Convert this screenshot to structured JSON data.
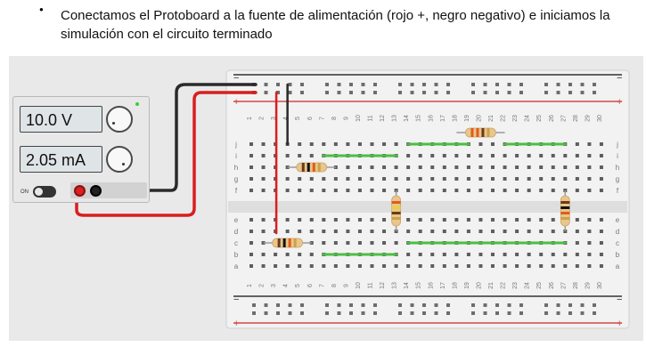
{
  "document": {
    "bullet": "●",
    "text": "Conectamos el Protoboard a la fuente de alimentación (rojo +, negro negativo) e iniciamos la simulación con el circuito terminado"
  },
  "power_supply": {
    "voltage_display": "10.0 V",
    "current_display": "2.05 mA",
    "toggle_label": "ON",
    "led_color": "#35d035"
  },
  "breadboard": {
    "column_numbers": [
      "1",
      "2",
      "3",
      "4",
      "5",
      "6",
      "7",
      "8",
      "9",
      "10",
      "11",
      "12",
      "13",
      "14",
      "15",
      "16",
      "17",
      "18",
      "19",
      "20",
      "21",
      "22",
      "23",
      "24",
      "25",
      "26",
      "27",
      "28",
      "29",
      "30"
    ],
    "row_letters_top": [
      "j",
      "i",
      "h",
      "g",
      "f"
    ],
    "row_letters_bottom": [
      "e",
      "d",
      "c",
      "b",
      "a"
    ],
    "rail_minus": "−",
    "rail_plus": "+"
  },
  "colors": {
    "wire_red": "#d81f1f",
    "wire_black": "#2a2a2a",
    "wire_green": "#4cbd44",
    "rail_red_line": "#d54848",
    "rail_black_line": "#333333"
  }
}
